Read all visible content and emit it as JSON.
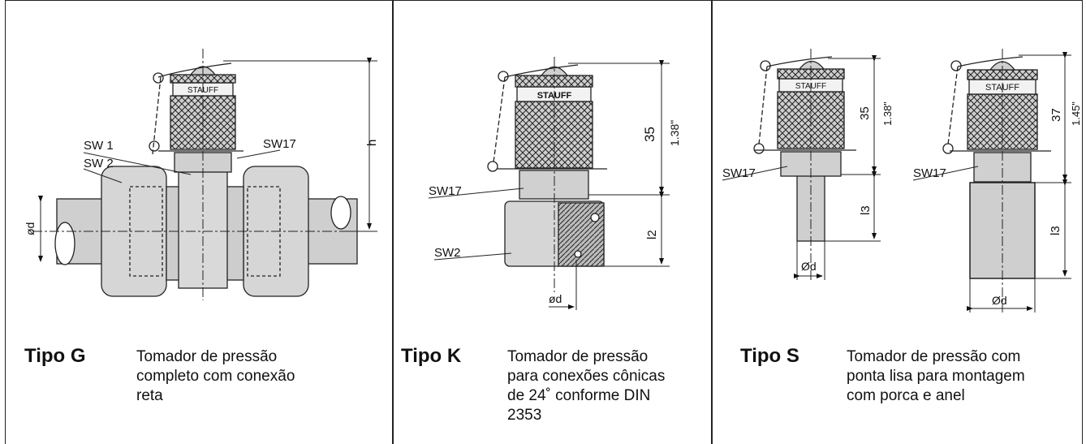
{
  "panels": [
    {
      "title": "Tipo G",
      "desc": [
        "Tomador de pressão",
        "completo com conexão",
        "reta"
      ],
      "labels": {
        "sw1": "SW 1",
        "sw2": "SW 2",
        "sw17": "SW17",
        "h": "h",
        "od": "ød",
        "brand": "STAUFF"
      }
    },
    {
      "title": "Tipo K",
      "desc": [
        "Tomador de pressão",
        "para conexões cônicas",
        "de  24˚ conforme DIN",
        "2353"
      ],
      "labels": {
        "sw17": "SW17",
        "sw2": "SW2",
        "dim": "35",
        "dim_in": "1.38\"",
        "l2": "l2",
        "od": "ød",
        "brand": "STAUFF"
      }
    },
    {
      "title": "Tipo S",
      "desc": [
        "Tomador de pressão  com",
        "ponta lisa para montagem",
        "com porca e anel"
      ],
      "labels": {
        "sw17a": "SW17",
        "sw17b": "SW17",
        "dim_a": "35",
        "dim_a_in": "1.38\"",
        "dim_b": "37",
        "dim_b_in": "1.45\"",
        "l3a": "l3",
        "l3b": "l3",
        "oda": "Ød",
        "odb": "Ød",
        "brand": "STAUFF"
      }
    }
  ]
}
